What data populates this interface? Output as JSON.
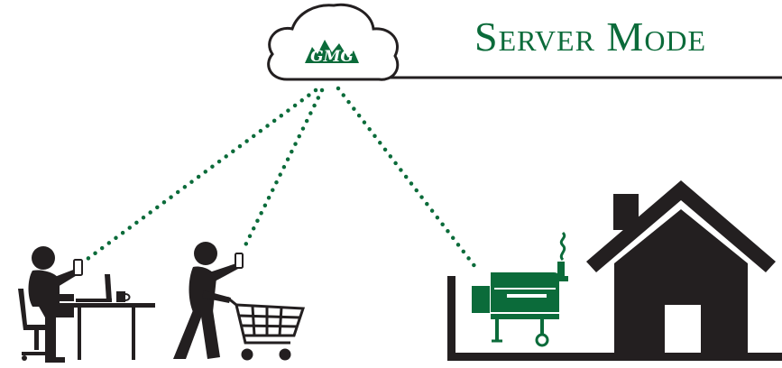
{
  "title": "Server Mode",
  "logo_text": "GMG",
  "colors": {
    "brand_green": "#0b6b3a",
    "ink": "#231f20",
    "background": "#ffffff"
  },
  "icons": [
    "cloud-icon",
    "person-at-desk-with-phone-icon",
    "laptop-icon",
    "coffee-mug-icon",
    "person-shopping-with-phone-icon",
    "shopping-cart-icon",
    "pellet-grill-icon",
    "house-icon"
  ],
  "connections": [
    {
      "from": "cloud",
      "to": "person-at-desk-phone"
    },
    {
      "from": "cloud",
      "to": "shopper-phone"
    },
    {
      "from": "cloud",
      "to": "pellet-grill"
    }
  ]
}
